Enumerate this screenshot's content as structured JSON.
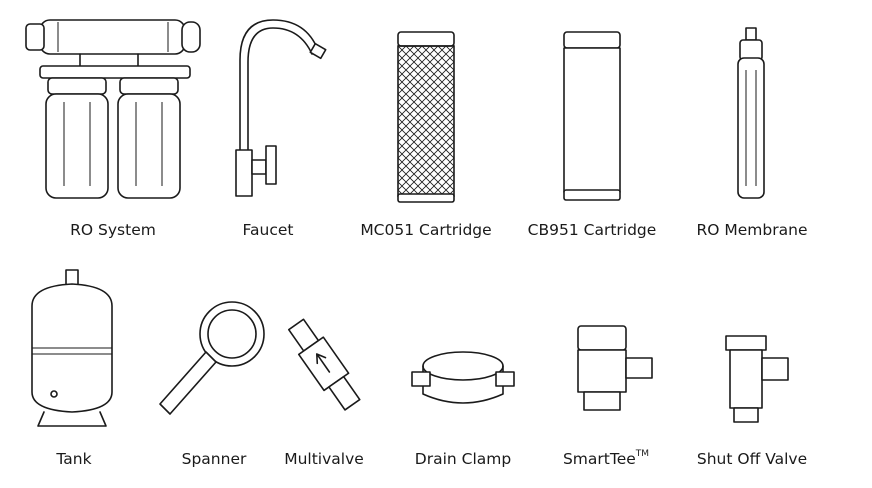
{
  "parts": [
    {
      "id": "ro-system",
      "label": "RO System"
    },
    {
      "id": "faucet",
      "label": "Faucet"
    },
    {
      "id": "mc051",
      "label": "MC051 Cartridge"
    },
    {
      "id": "cb951",
      "label": "CB951 Cartridge"
    },
    {
      "id": "membrane",
      "label": "RO Membrane"
    },
    {
      "id": "tank",
      "label": "Tank"
    },
    {
      "id": "spanner",
      "label": "Spanner"
    },
    {
      "id": "multivalve",
      "label": "Multivalve"
    },
    {
      "id": "drain-clamp",
      "label": "Drain Clamp"
    },
    {
      "id": "smarttee",
      "label": "SmartTee",
      "label_sup": "TM"
    },
    {
      "id": "shutoff",
      "label": "Shut Off Valve"
    }
  ]
}
